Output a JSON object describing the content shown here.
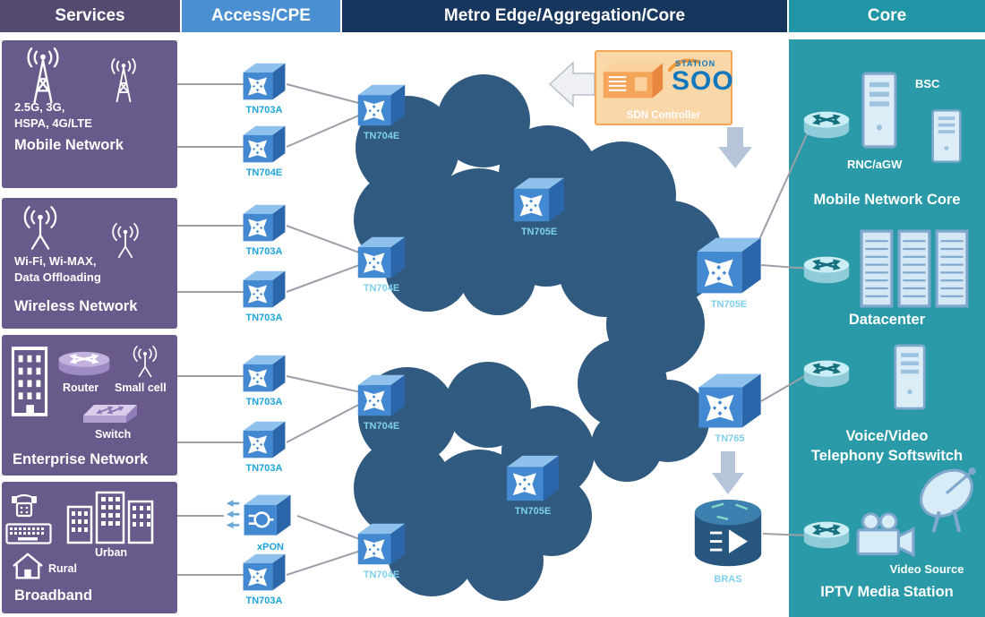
{
  "header": {
    "services": "Services",
    "access": "Access/CPE",
    "metro": "Metro Edge/Aggregation/Core",
    "core": "Core"
  },
  "services": {
    "mobile": {
      "sub1": "2.5G, 3G,",
      "sub2": "HSPA, 4G/LTE",
      "title": "Mobile Network"
    },
    "wireless": {
      "sub1": "Wi-Fi, Wi-MAX,",
      "sub2": "Data Offloading",
      "title": "Wireless Network"
    },
    "enterprise": {
      "router_label": "Router",
      "small_cell_label": "Small cell",
      "switch_label": "Switch",
      "title": "Enterprise Network"
    },
    "broadband": {
      "urban_label": "Urban",
      "rural_label": "Rural",
      "title": "Broadband"
    }
  },
  "access": {
    "devices": [
      {
        "label": "TN703A"
      },
      {
        "label": "TN704E"
      },
      {
        "label": "TN703A"
      },
      {
        "label": "TN703A"
      },
      {
        "label": "TN703A"
      },
      {
        "label": "TN703A"
      },
      {
        "label": "xPON"
      },
      {
        "label": "TN703A"
      }
    ]
  },
  "metro": {
    "devices": [
      {
        "label": "TN704E"
      },
      {
        "label": "TN705E"
      },
      {
        "label": "TN704E"
      },
      {
        "label": "TN705E"
      },
      {
        "label": "TN704E"
      },
      {
        "label": "TN705E"
      },
      {
        "label": "TN765"
      },
      {
        "label": "TN704E"
      }
    ],
    "bras_label": "BRAS",
    "sdn": {
      "label": "SDN Controller",
      "brand_station": "STATION",
      "brand_soo": "SOO"
    }
  },
  "core": {
    "mobile_core": {
      "bsc_label": "BSC",
      "rnc_label": "RNC/aGW",
      "title": "Mobile Network Core"
    },
    "datacenter": {
      "title": "Datacenter"
    },
    "softswitch": {
      "title_line1": "Voice/Video",
      "title_line2": "Telephony Softswitch"
    },
    "iptv": {
      "video_source_label": "Video Source",
      "title": "IPTV Media Station"
    }
  },
  "colors": {
    "services_header": "#544a70",
    "services_box": "#685a8a",
    "access_header": "#4a8fd2",
    "metro_header": "#16365e",
    "core_header": "#2095a5",
    "core_panel": "#2b9aa8",
    "cloud": "#315a80",
    "device_label": "#1ea3dc",
    "metro_label": "#7fd0ec",
    "sdn_orange": "#f5a556",
    "sdn_fill": "#fad7a8",
    "soo_blue": "#1278be"
  }
}
